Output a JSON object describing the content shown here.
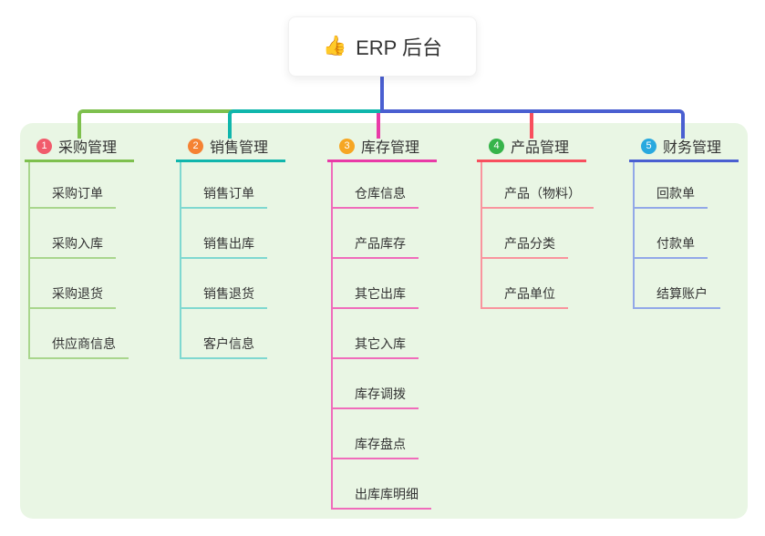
{
  "root": {
    "icon": "thumbs-up-emoji",
    "label": "ERP 后台"
  },
  "branches": [
    {
      "num": "1",
      "label": "采购管理",
      "colors": {
        "badge": "#F15B6C",
        "line": "#7EC04E",
        "child_line": "#A9D68D"
      },
      "children": [
        "采购订单",
        "采购入库",
        "采购退货",
        "供应商信息"
      ]
    },
    {
      "num": "2",
      "label": "销售管理",
      "colors": {
        "badge": "#F58233",
        "line": "#10B6AC",
        "child_line": "#7FD8D0"
      },
      "children": [
        "销售订单",
        "销售出库",
        "销售退货",
        "客户信息"
      ]
    },
    {
      "num": "3",
      "label": "库存管理",
      "colors": {
        "badge": "#F6A623",
        "line": "#E93AA7",
        "child_line": "#F06CBB"
      },
      "children": [
        "仓库信息",
        "产品库存",
        "其它出库",
        "其它入库",
        "库存调拨",
        "库存盘点",
        "出库库明细"
      ]
    },
    {
      "num": "4",
      "label": "产品管理",
      "colors": {
        "badge": "#36B44A",
        "line": "#F84F5E",
        "child_line": "#F9949E"
      },
      "children": [
        "产品（物料）",
        "产品分类",
        "产品单位"
      ]
    },
    {
      "num": "5",
      "label": "财务管理",
      "colors": {
        "badge": "#29A9DF",
        "line": "#4A5FD1",
        "child_line": "#92A8E8"
      },
      "children": [
        "回款单",
        "付款单",
        "结算账户"
      ]
    }
  ],
  "canvas": {
    "background": "#FFFFFF",
    "panel_background": "#E9F6E4",
    "text_color": "#333333",
    "root_line_color": "#4A5FD1"
  }
}
